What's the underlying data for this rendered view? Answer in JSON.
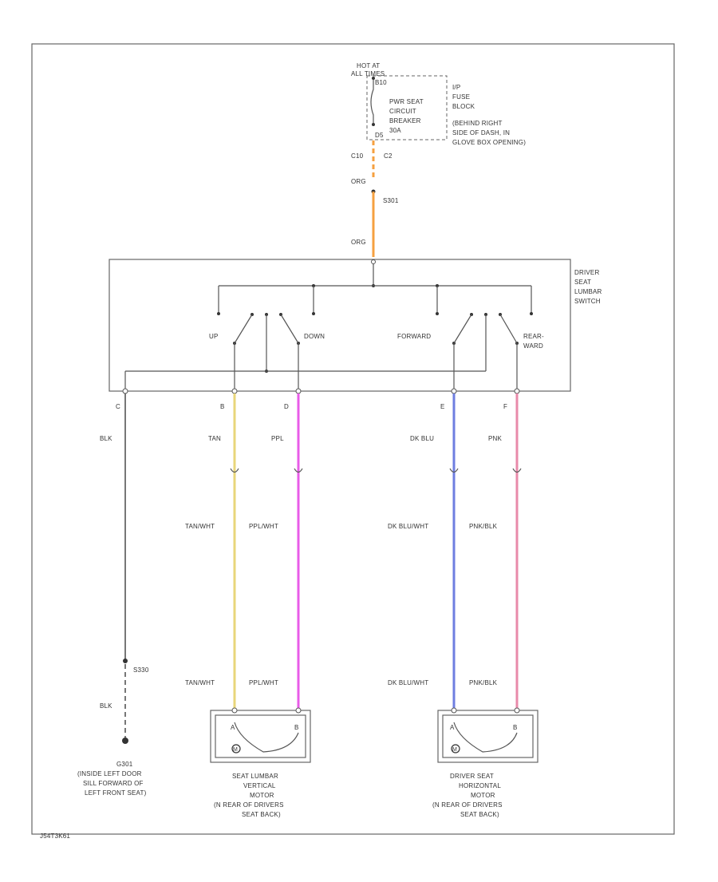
{
  "diagram_code": "J54T3K61",
  "fuse_block": {
    "hot_label_1": "HOT AT",
    "hot_label_2": "ALL TIMES",
    "pin_top": "B10",
    "breaker_lines": [
      "PWR SEAT",
      "CIRCUIT",
      "BREAKER",
      "30A"
    ],
    "pin_bottom": "D5",
    "location_lines": [
      "I/P",
      "FUSE",
      "BLOCK",
      "(BEHIND RIGHT",
      "SIDE OF DASH, IN",
      "GLOVE BOX OPENING)"
    ]
  },
  "feed": {
    "connector_left": "C10",
    "connector_right": "C2",
    "wire_label_1": "ORG",
    "splice": "S301",
    "wire_label_2": "ORG"
  },
  "switch": {
    "label_lines": [
      "DRIVER",
      "SEAT",
      "LUMBAR",
      "SWITCH"
    ],
    "up": "UP",
    "down": "DOWN",
    "forward": "FORWARD",
    "rearward_lines": [
      "REAR-",
      "WARD"
    ]
  },
  "pins": {
    "c": "C",
    "b": "B",
    "d": "D",
    "e": "E",
    "f": "F"
  },
  "wires": {
    "blk": "BLK",
    "tan": "TAN",
    "ppl": "PPL",
    "dk_blu": "DK BLU",
    "pnk": "PNK",
    "tan_wht_1": "TAN/WHT",
    "ppl_wht_1": "PPL/WHT",
    "dk_blu_wht_1": "DK BLU/WHT",
    "pnk_blk_1": "PNK/BLK",
    "tan_wht_2": "TAN/WHT",
    "ppl_wht_2": "PPL/WHT",
    "dk_blu_wht_2": "DK BLU/WHT",
    "pnk_blk_2": "PNK/BLK",
    "blk_2": "BLK",
    "splice_ground": "S330"
  },
  "ground": {
    "label_lines": [
      "G301",
      "(INSIDE LEFT DOOR",
      "SILL FORWARD OF",
      "LEFT FRONT SEAT)"
    ]
  },
  "motor_left": {
    "pin_a": "A",
    "pin_b": "B",
    "label_lines": [
      "SEAT LUMBAR",
      "VERTICAL",
      "MOTOR",
      "(N REAR OF DRIVERS",
      "SEAT BACK)"
    ]
  },
  "motor_right": {
    "pin_a": "A",
    "pin_b": "B",
    "label_lines": [
      "DRIVER SEAT",
      "HORIZONTAL",
      "MOTOR",
      "(N REAR OF DRIVERS",
      "SEAT BACK)"
    ]
  },
  "colors": {
    "org": "#f5a040",
    "tan": "#e8d67a",
    "ppl": "#e85ce8",
    "dk_blu": "#6e7ee0",
    "pnk": "#e88aaa",
    "blk": "#555555",
    "motor_symbol": "#333333"
  }
}
